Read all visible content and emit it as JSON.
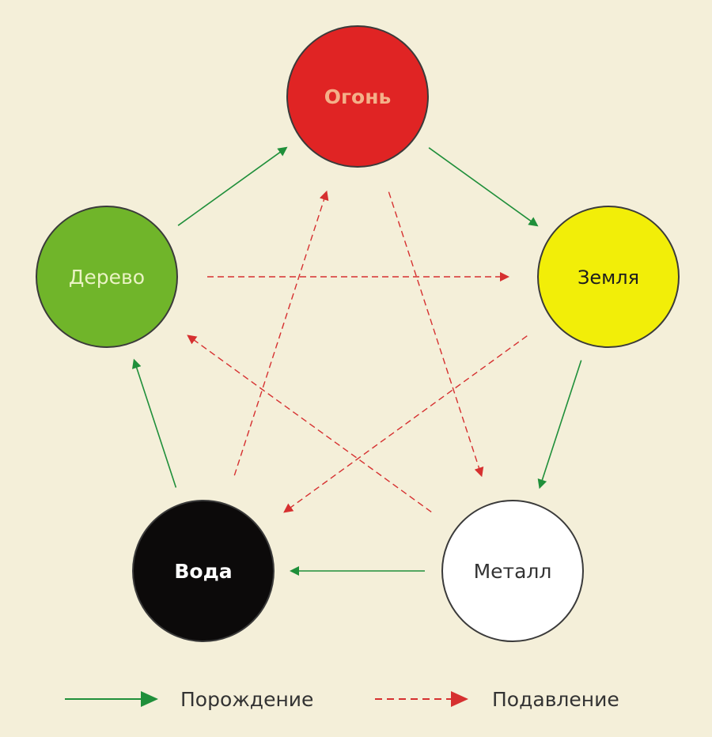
{
  "nodes": {
    "fire": {
      "label": "Огонь",
      "fill": "#e02424",
      "text_color": "#f4b089"
    },
    "earth": {
      "label": "Земля",
      "fill": "#f2ee08",
      "text_color": "#1e1e1e"
    },
    "metal": {
      "label": "Металл",
      "fill": "#ffffff",
      "text_color": "#333333"
    },
    "water": {
      "label": "Вода",
      "fill": "#0c0a0a",
      "text_color": "#ffffff"
    },
    "wood": {
      "label": "Дерево",
      "fill": "#70b52a",
      "text_color": "#eaf3c4"
    }
  },
  "edges": {
    "generation": [
      {
        "from": "wood",
        "to": "fire"
      },
      {
        "from": "fire",
        "to": "earth"
      },
      {
        "from": "earth",
        "to": "metal"
      },
      {
        "from": "metal",
        "to": "water"
      },
      {
        "from": "water",
        "to": "wood"
      }
    ],
    "suppression": [
      {
        "from": "wood",
        "to": "earth"
      },
      {
        "from": "earth",
        "to": "water"
      },
      {
        "from": "water",
        "to": "fire"
      },
      {
        "from": "fire",
        "to": "metal"
      },
      {
        "from": "metal",
        "to": "wood"
      }
    ]
  },
  "legend": {
    "generation_label": "Порождение",
    "suppression_label": "Подавление"
  },
  "colors": {
    "background": "#f4efd9",
    "generation_arrow": "#1f8f3a",
    "suppression_arrow": "#d63030",
    "circle_stroke": "#3a3a3a"
  }
}
